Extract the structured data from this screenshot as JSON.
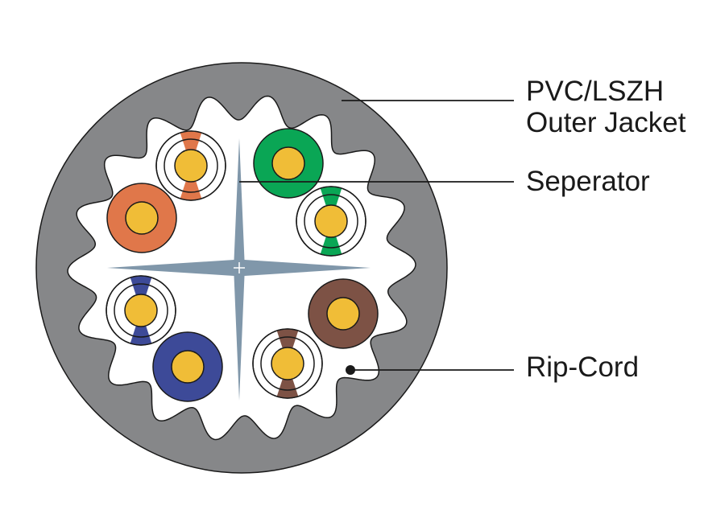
{
  "labels": {
    "jacket_line1": "PVC/LSZH",
    "jacket_line2": "Outer Jacket",
    "separator": "Seperator",
    "rip_cord": "Rip-Cord"
  },
  "colors": {
    "jacket": "#868789",
    "interior": "#ffffff",
    "separator": "#8097aa",
    "conductor": "#f0bd37",
    "orange": "#e0774a",
    "green": "#0aa655",
    "blue": "#3d4a98",
    "brown": "#7d5245",
    "outline": "#1a1a1a"
  },
  "wire_pairs": [
    {
      "color_name": "orange"
    },
    {
      "color_name": "green"
    },
    {
      "color_name": "blue"
    },
    {
      "color_name": "brown"
    }
  ]
}
